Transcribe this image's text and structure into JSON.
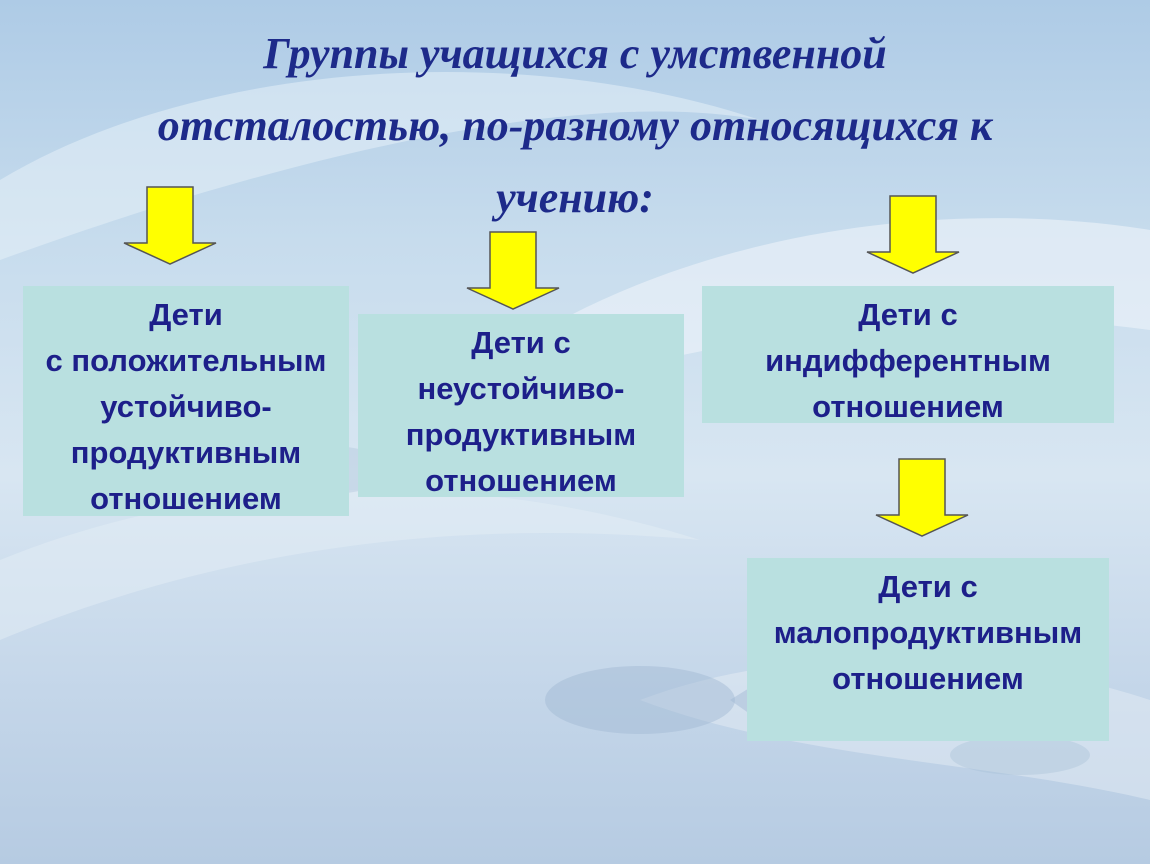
{
  "slide": {
    "title_lines": [
      "Группы учащихся с умственной",
      "отсталостью, по-разному относящихся к",
      "учению:"
    ],
    "boxes": [
      {
        "lines": [
          "Дети",
          "с положительным",
          "устойчиво-",
          "продуктивным",
          "отношением"
        ]
      },
      {
        "lines": [
          "Дети с",
          "неустойчиво-",
          "продуктивным",
          "отношением"
        ]
      },
      {
        "lines": [
          "Дети с",
          "индифферентным",
          "отношением"
        ]
      },
      {
        "lines": [
          "Дети с",
          "малопродуктивным",
          "отношением"
        ]
      }
    ],
    "colors": {
      "title_text": "#1d2a8a",
      "box_text": "#1d1f8a",
      "box_fill": "#b9e0e0",
      "arrow_fill": "#ffff00",
      "arrow_stroke": "#555555"
    }
  }
}
